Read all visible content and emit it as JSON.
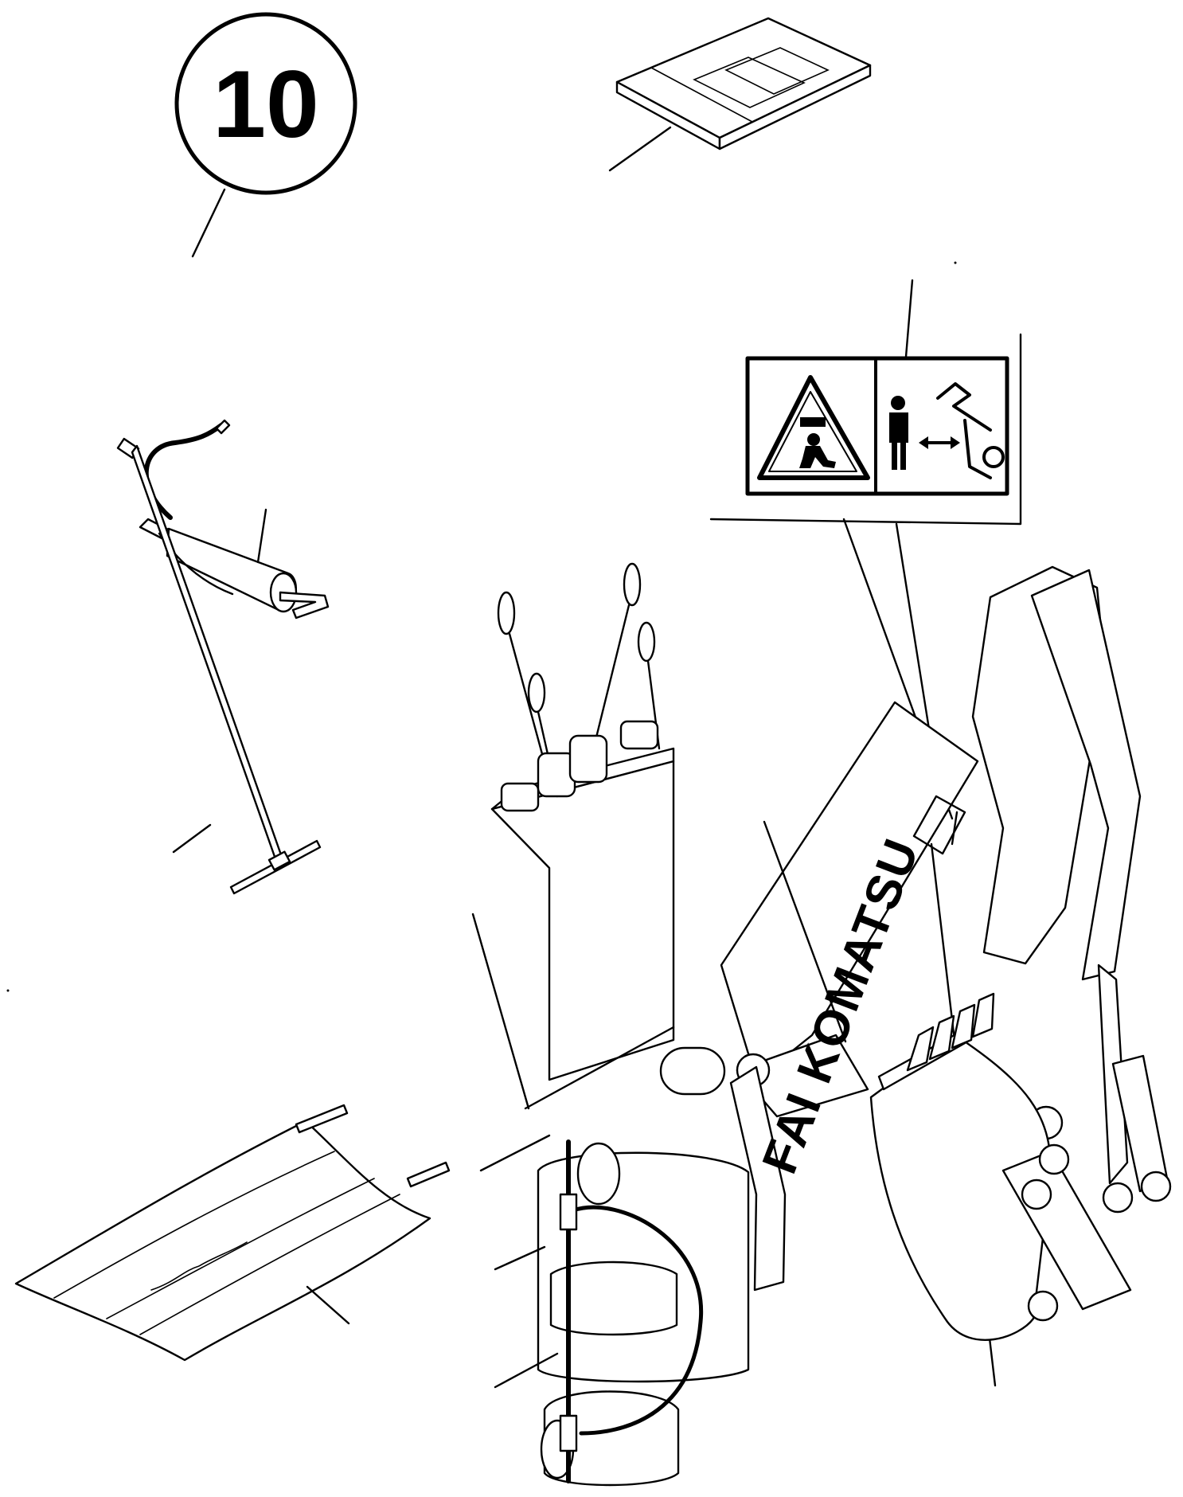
{
  "callout": {
    "number": "10"
  },
  "boom_decal": {
    "text": "FAI KOMATSU"
  },
  "safety_decal": {
    "left_panel_icon": "crush-hazard-triangle-icon",
    "right_panel_icon": "keep-distance-icon"
  },
  "components": [
    {
      "name": "manual",
      "icon": "manual-book-icon"
    },
    {
      "name": "grease-gun",
      "icon": "grease-gun-icon"
    },
    {
      "name": "t-wrench",
      "icon": "t-wrench-icon"
    },
    {
      "name": "tool-roll",
      "icon": "tool-roll-icon"
    },
    {
      "name": "backhoe-attachment",
      "icon": "backhoe-icon"
    }
  ]
}
